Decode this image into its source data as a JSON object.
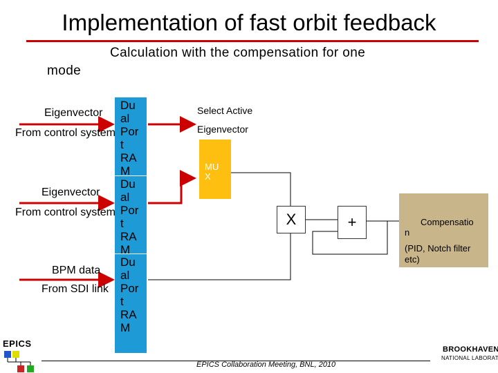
{
  "slide": {
    "title": "Implementation of fast orbit feedback",
    "subtitle": "Calculation with the compensation for one",
    "subtitle_cont": "mode"
  },
  "inputs": [
    {
      "line1": "Eigenvector",
      "line2": "From control system"
    },
    {
      "line1": "Eigenvector",
      "line2": "From control system"
    },
    {
      "line1": "BPM data",
      "line2": "From SDI link"
    }
  ],
  "ram_blocks": [
    {
      "text": "Du\nal\nPor\nt\nRA\nM"
    },
    {
      "text": "Du\nal\nPor\nt\nRA\nM"
    },
    {
      "text": "Du\nal\nPor\nt\nRA\nM"
    }
  ],
  "select_label": {
    "line1": "Select Active",
    "line2": "Eigenvector"
  },
  "mux": {
    "text": "MU\nX"
  },
  "multiplier": {
    "label": "X"
  },
  "adder": {
    "label": "+"
  },
  "compensation": {
    "line1": "Compensatio",
    "line2": "n",
    "line3": "(PID, Notch filter",
    "line4": "etc)"
  },
  "footer": {
    "meeting": "EPICS Collaboration Meeting, BNL, 2010"
  },
  "logos": {
    "epics": "EPICS",
    "bnl": "BROOKHAVEN",
    "bnl_sub": "NATIONAL LABORATORY"
  },
  "colors": {
    "title_rule": "#cc0000",
    "arrow": "#cc0000",
    "ram": "#1e9ad6",
    "mux": "#ffbf10",
    "compensation": "#c9b58a"
  }
}
